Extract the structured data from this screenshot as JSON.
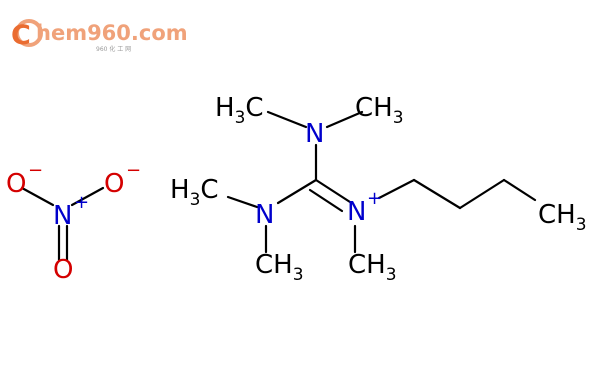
{
  "watermark": {
    "first_letter": "C",
    "rest": "hem960.com",
    "subtitle": "960 化 工 网",
    "color": "#ea6c31"
  },
  "nitrate": {
    "o_left": "O",
    "o_left_charge": "−",
    "o_right": "O",
    "o_right_charge": "−",
    "n": "N",
    "n_charge": "+",
    "o_bottom": "O"
  },
  "cation": {
    "top_left_methyl": "H3C",
    "top_right_methyl": "CH3",
    "n_top": "N",
    "left_methyl": "H3C",
    "n_left": "N",
    "n_left_methyl": "CH3",
    "n_right": "N",
    "n_right_charge": "+",
    "n_right_methyl": "CH3",
    "butyl_end": "CH3"
  }
}
